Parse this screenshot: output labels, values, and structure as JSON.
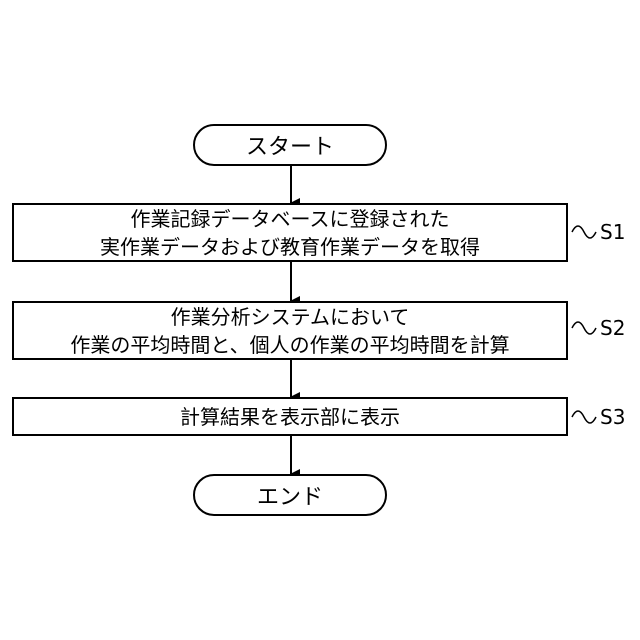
{
  "start_label": "スタート",
  "end_label": "エンド",
  "steps": [
    {
      "id": "S1",
      "lines": [
        "作業記録データベースに登録された",
        "実作業データおよび教育作業データを取得"
      ]
    },
    {
      "id": "S2",
      "lines": [
        "作業分析システムにおいて",
        "作業の平均時間と、個人の作業の平均時間を計算"
      ]
    },
    {
      "id": "S3",
      "lines": [
        "計算結果を表示部に表示"
      ]
    }
  ]
}
